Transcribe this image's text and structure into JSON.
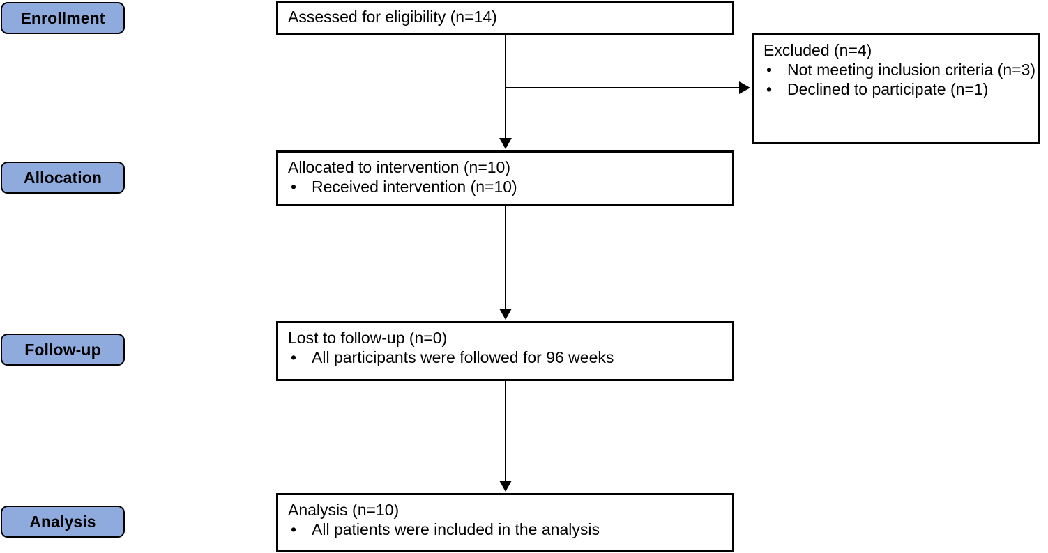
{
  "colors": {
    "stage_pill_fill": "#8FAADC",
    "border": "#000000",
    "box_fill": "#FFFFFF",
    "text": "#000000"
  },
  "stages": [
    {
      "label": "Enrollment"
    },
    {
      "label": "Allocation"
    },
    {
      "label": "Follow-up"
    },
    {
      "label": "Analysis"
    }
  ],
  "boxes": {
    "assessed": {
      "heading": "Assessed for eligibility (n=14)",
      "bullets": []
    },
    "excluded": {
      "heading": "Excluded (n=4)",
      "bullets": [
        {
          "glyph": "•",
          "text": "Not meeting inclusion criteria (n=3)"
        },
        {
          "glyph": "•",
          "text": "Declined to participate (n=1)"
        }
      ]
    },
    "allocated": {
      "heading": "Allocated to intervention (n=10)",
      "bullets": [
        {
          "glyph": "•",
          "text": "Received intervention (n=10)"
        }
      ]
    },
    "followup": {
      "heading": "Lost to follow-up (n=0)",
      "bullets": [
        {
          "glyph": "•",
          "text": "All participants were followed for 96 weeks"
        }
      ]
    },
    "analysis": {
      "heading": "Analysis (n=10)",
      "bullets": [
        {
          "glyph": "•",
          "text": "All patients were included in the analysis"
        }
      ]
    }
  },
  "connectors": {
    "enrollment_to_allocation": "down-arrow",
    "enrollment_to_excluded": "right-arrow",
    "allocation_to_followup": "down-arrow",
    "followup_to_analysis": "down-arrow"
  }
}
